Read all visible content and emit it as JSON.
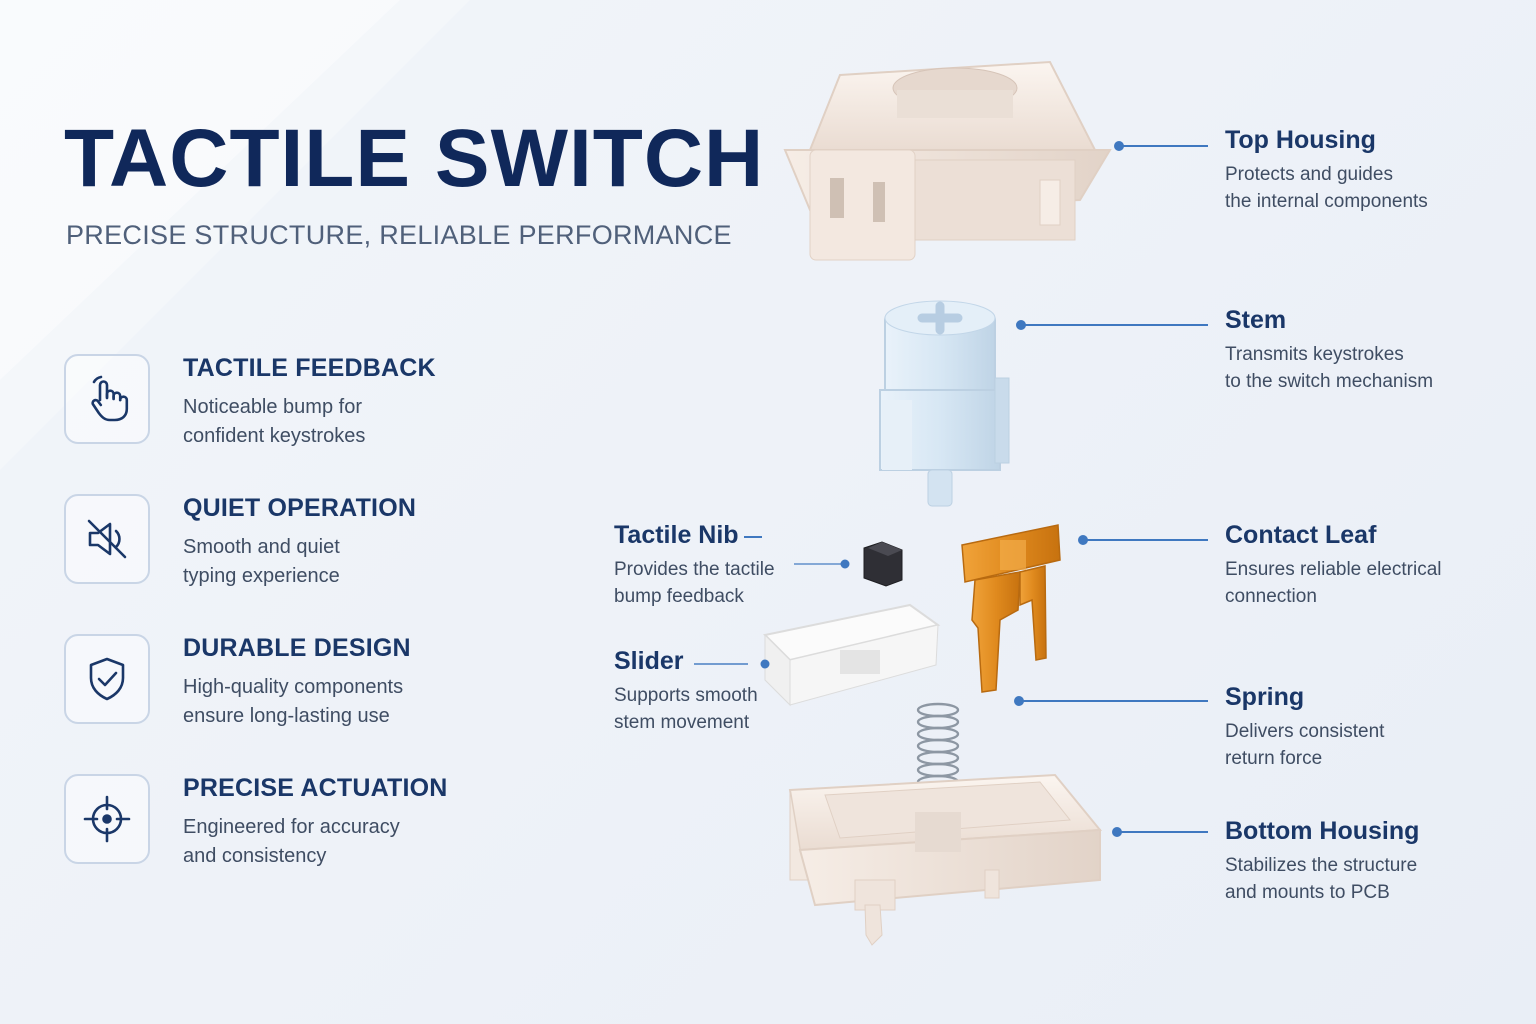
{
  "header": {
    "title": "TACTILE SWITCH",
    "subtitle": "PRECISE STRUCTURE, RELIABLE PERFORMANCE"
  },
  "features": [
    {
      "icon": "pointing-hand-icon",
      "title": "TACTILE FEEDBACK",
      "line1": "Noticeable bump for",
      "line2": "confident keystrokes"
    },
    {
      "icon": "muted-speaker-icon",
      "title": "QUIET OPERATION",
      "line1": "Smooth and quiet",
      "line2": "typing experience"
    },
    {
      "icon": "shield-check-icon",
      "title": "DURABLE DESIGN",
      "line1": "High-quality components",
      "line2": "ensure long-lasting use"
    },
    {
      "icon": "crosshair-target-icon",
      "title": "PRECISE ACTUATION",
      "line1": "Engineered for accuracy",
      "line2": "and consistency"
    }
  ],
  "callouts": {
    "top_housing": {
      "title": "Top Housing",
      "line1": "Protects and guides",
      "line2": "the internal components"
    },
    "stem": {
      "title": "Stem",
      "line1": "Transmits keystrokes",
      "line2": "to the switch mechanism"
    },
    "tactile_nib": {
      "title": "Tactile Nib",
      "line1": "Provides the tactile",
      "line2": "bump feedback"
    },
    "contact_leaf": {
      "title": "Contact Leaf",
      "line1": "Ensures reliable electrical",
      "line2": "connection"
    },
    "slider": {
      "title": "Slider",
      "line1": "Supports smooth",
      "line2": "stem movement"
    },
    "spring": {
      "title": "Spring",
      "line1": "Delivers consistent",
      "line2": "return force"
    },
    "bottom_housing": {
      "title": "Bottom Housing",
      "line1": "Stabilizes the structure",
      "line2": "and mounts to PCB"
    }
  },
  "colors": {
    "title": "#10285a",
    "accent": "#3f78c0",
    "contact_leaf": "#e08a1e",
    "stem": "#dbe9f5",
    "housing": "#f4ebe4"
  }
}
